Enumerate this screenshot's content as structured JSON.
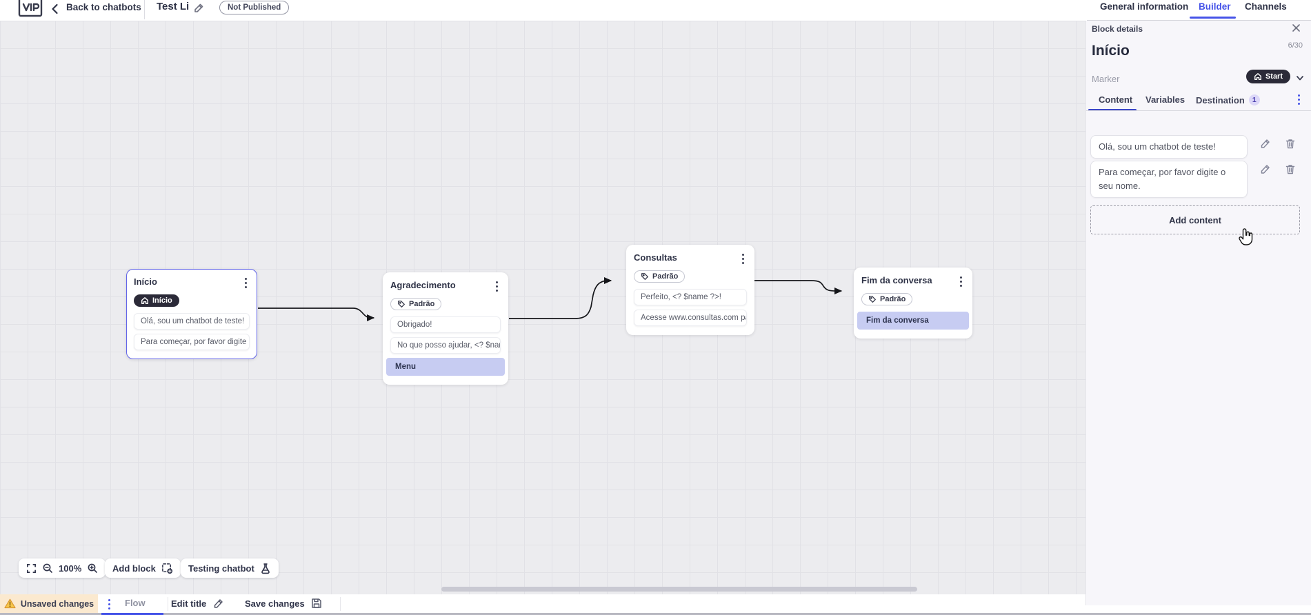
{
  "topbar": {
    "back_label": "Back to chatbots",
    "title": "Test Li",
    "status_badge": "Not Published",
    "tabs": [
      {
        "label": "General information",
        "active": false
      },
      {
        "label": "Builder",
        "active": true
      },
      {
        "label": "Channels",
        "active": false
      }
    ]
  },
  "panel": {
    "header": "Block details",
    "block_title": "Início",
    "counter": "6/30",
    "marker_label": "Marker",
    "marker_value": "Start",
    "tabs": [
      {
        "label": "Content",
        "active": true
      },
      {
        "label": "Variables",
        "active": false
      },
      {
        "label": "Destination",
        "active": false,
        "badge": "1"
      }
    ],
    "messages": [
      "Olá, sou um chatbot de teste!",
      "Para começar, por favor digite o seu nome."
    ],
    "add_content_label": "Add content"
  },
  "canvas": {
    "zoom_level": "100%",
    "add_block_label": "Add block",
    "testing_label": "Testing chatbot",
    "nodes": [
      {
        "title": "Início",
        "badge": "Início",
        "badge_type": "start",
        "selected": true,
        "items": [
          {
            "text": "Olá, sou um chatbot de teste!",
            "type": "message"
          },
          {
            "text": "Para começar, por favor digite o ...",
            "type": "message"
          }
        ]
      },
      {
        "title": "Agradecimento",
        "badge": "Padrão",
        "badge_type": "tag",
        "selected": false,
        "items": [
          {
            "text": "Obrigado!",
            "type": "message"
          },
          {
            "text": "No que posso ajudar, <? $name ...",
            "type": "message"
          },
          {
            "text": "Menu",
            "type": "button"
          }
        ]
      },
      {
        "title": "Consultas",
        "badge": "Padrão",
        "badge_type": "tag",
        "selected": false,
        "items": [
          {
            "text": "Perfeito, <? $name ?>!",
            "type": "message"
          },
          {
            "text": "Acesse www.consultas.com par...",
            "type": "message"
          }
        ]
      },
      {
        "title": "Fim da conversa",
        "badge": "Padrão",
        "badge_type": "tag",
        "selected": false,
        "items": [
          {
            "text": "Fim da conversa",
            "type": "button"
          }
        ]
      }
    ]
  },
  "bottombar": {
    "unsaved_label": "Unsaved changes",
    "flow_tab": "Flow",
    "edit_title_label": "Edit title",
    "save_label": "Save changes"
  },
  "colors": {
    "accent": "#4553e8",
    "badge_dark": "#2b2a38",
    "item_highlight": "#c7ccf2",
    "warning_bg": "#fbe9cf",
    "warning_icon": "#e9a13b",
    "canvas_bg": "#ececef"
  }
}
